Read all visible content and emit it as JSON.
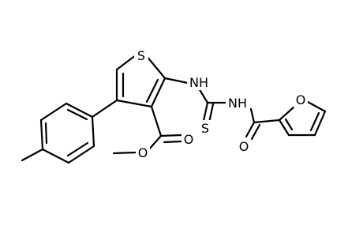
{
  "molecule": {
    "atoms": {
      "S_thiophene": "S",
      "NH_1": "NH",
      "NH_2": "NH",
      "S_thioxo": "S",
      "O_furan": "O",
      "O_carbonyl": "O",
      "O_ester_double": "O",
      "O_ester_single": "O"
    }
  }
}
